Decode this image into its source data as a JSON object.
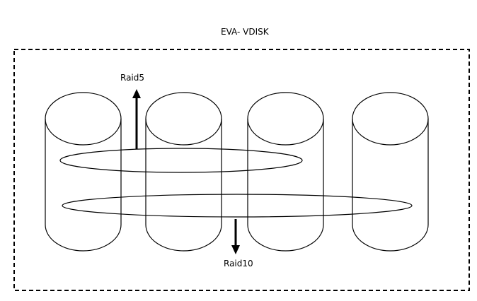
{
  "title": "EVA- VDISK",
  "labels": {
    "raid5": "Raid5",
    "raid10": "Raid10"
  },
  "disks": [
    "disk-1",
    "disk-2",
    "disk-3",
    "disk-4"
  ],
  "colors": {
    "stroke": "#000000",
    "background": "#ffffff"
  }
}
